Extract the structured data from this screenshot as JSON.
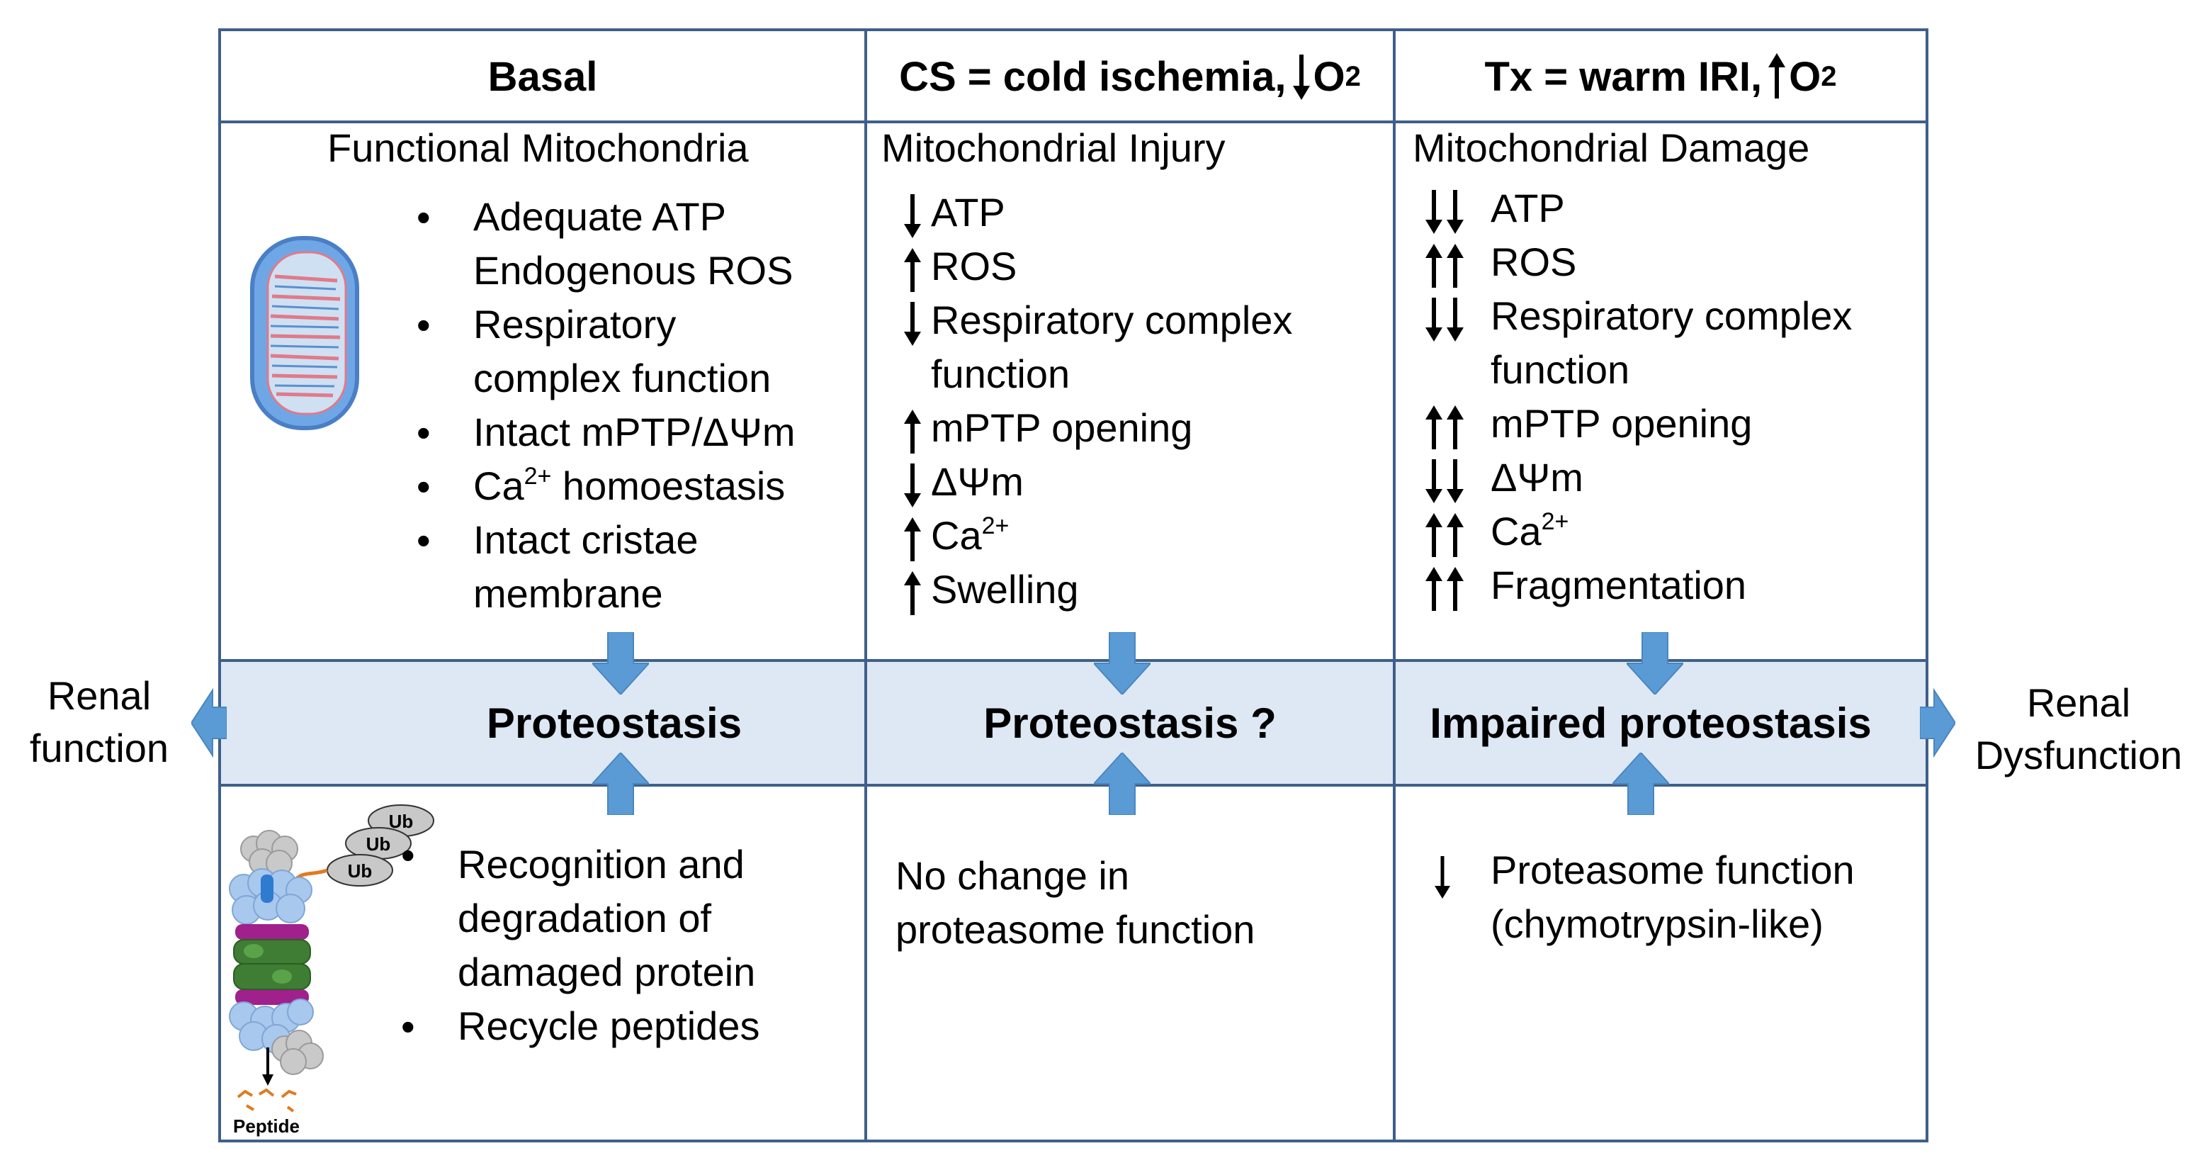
{
  "headers": {
    "basal": "Basal",
    "cs_main": "CS = cold ischemia,",
    "cs_o": "O",
    "cs_sub": "2",
    "tx_main": "Tx = warm IRI,",
    "tx_o": "O",
    "tx_sub": "2"
  },
  "basal": {
    "title": "Functional Mitochondria",
    "lines": [
      "Adequate ATP",
      "Endogenous ROS",
      "Respiratory",
      "complex function",
      "Intact mPTP/ΔΨm",
      "Ca",
      "2+",
      " homoestasis",
      "Intact cristae",
      "membrane"
    ]
  },
  "cs": {
    "title": "Mitochondrial Injury",
    "lines": [
      "ATP",
      "ROS",
      "Respiratory complex",
      "function",
      "mPTP opening",
      "ΔΨm",
      "Ca",
      "2+",
      "Swelling"
    ]
  },
  "tx": {
    "title": "Mitochondrial Damage",
    "lines": [
      "ATP",
      "ROS",
      "Respiratory complex",
      "function",
      "mPTP opening",
      "ΔΨm",
      "Ca",
      "2+",
      "Fragmentation"
    ]
  },
  "proteostasis": {
    "basal": "Proteostasis",
    "cs": "Proteostasis ?",
    "tx": "Impaired proteostasis"
  },
  "sides": {
    "left_1": "Renal",
    "left_2": "function",
    "right_1": "Renal",
    "right_2": "Dysfunction"
  },
  "bottom": {
    "basal": [
      "Recognition and",
      "degradation of",
      "damaged protein",
      "Recycle peptides"
    ],
    "cs": [
      "No change in",
      "proteasome function"
    ],
    "tx": [
      "Proteasome function",
      "(chymotrypsin-like)"
    ]
  },
  "proteasome": {
    "ub": "Ub",
    "peptide": "Peptide"
  },
  "colors": {
    "border": "#3e5f8a",
    "band": "#dde8f4",
    "arrow": "#5b9bd5"
  }
}
